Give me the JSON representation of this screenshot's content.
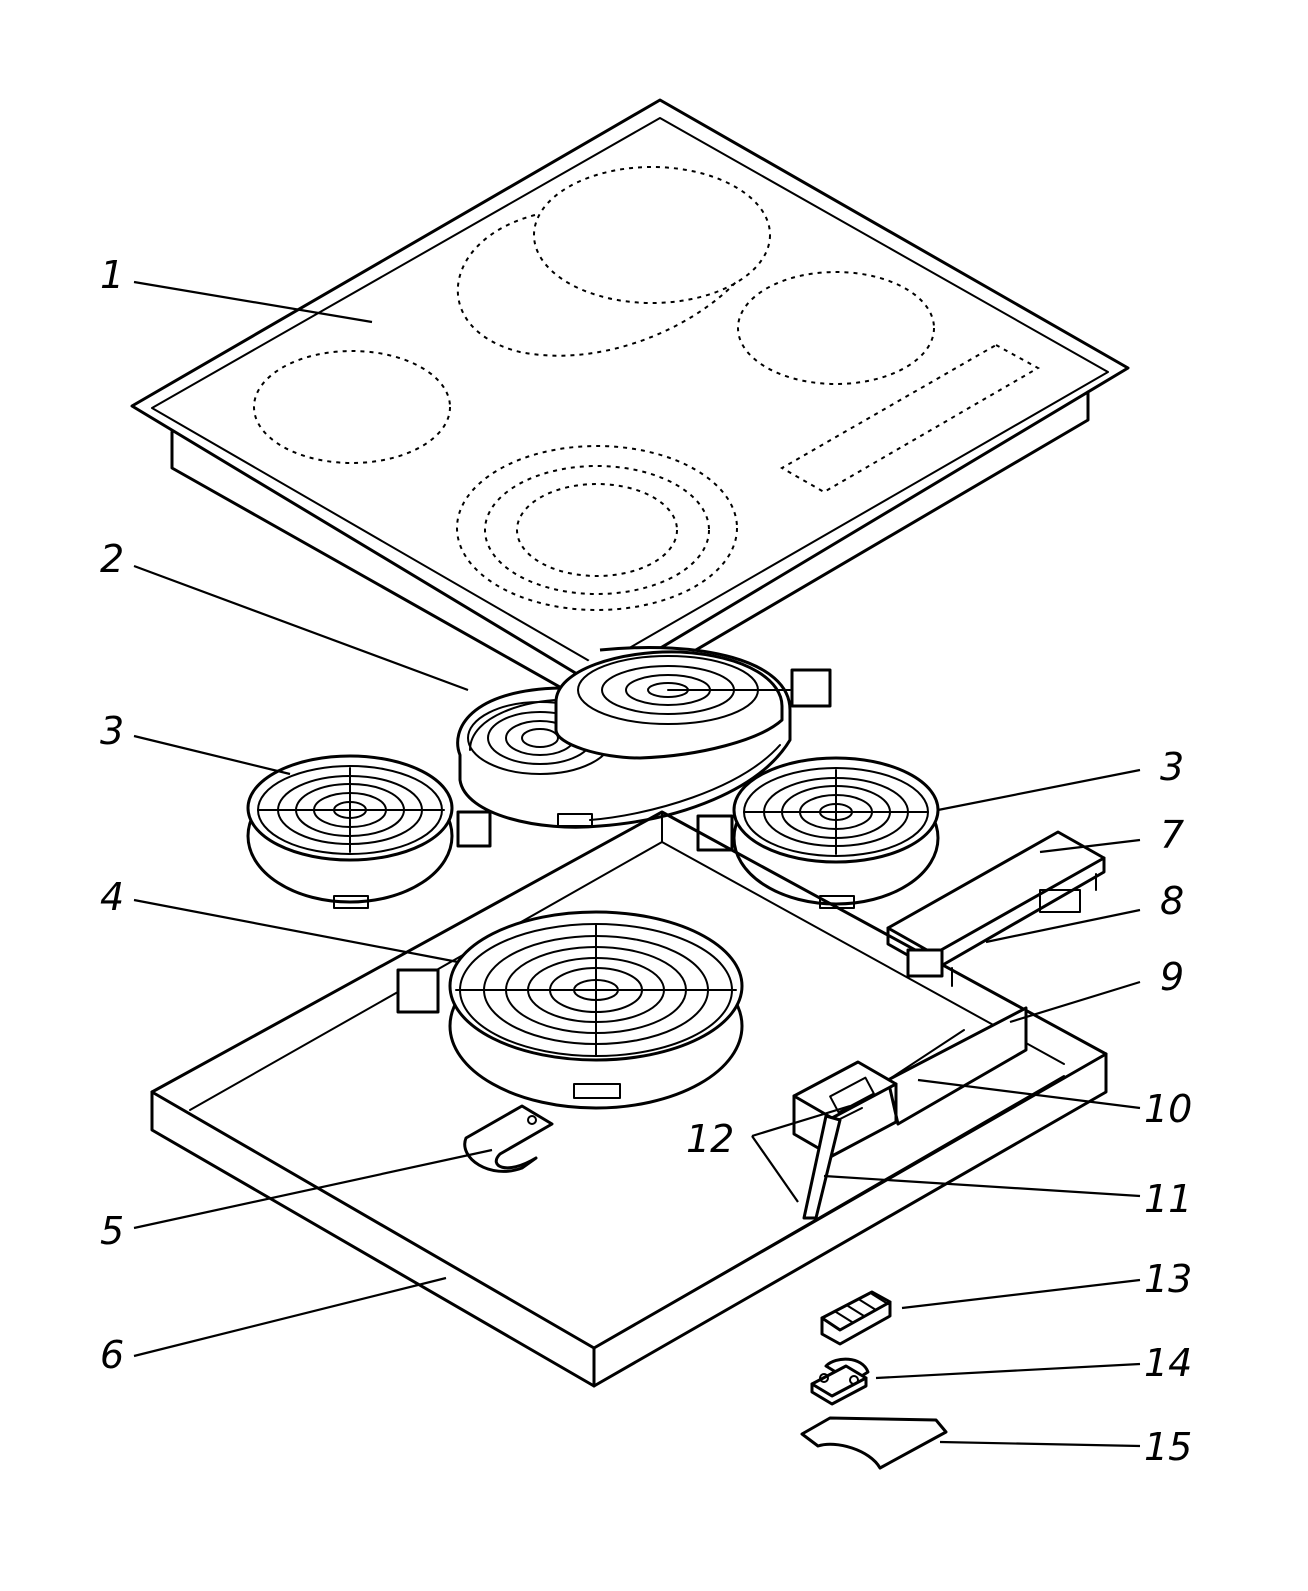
{
  "labels": {
    "l1": "1",
    "l2": "2",
    "l3a": "3",
    "l3b": "3",
    "l4": "4",
    "l5": "5",
    "l6": "6",
    "l7": "7",
    "l8": "8",
    "l9": "9",
    "l10": "10",
    "l11": "11",
    "l12": "12",
    "l13": "13",
    "l14": "14",
    "l15": "15"
  }
}
